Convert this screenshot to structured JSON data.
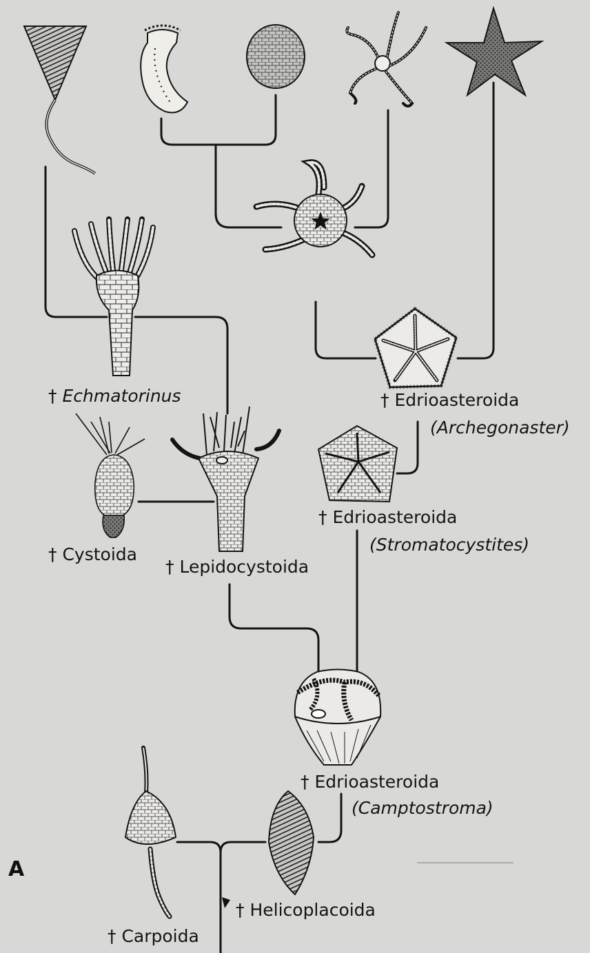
{
  "panel_letter": "A",
  "labels": {
    "echmatorinus": {
      "dagger": "† ",
      "name": "Echmatorinus"
    },
    "cystoida": {
      "dagger": "† ",
      "name": "Cystoida"
    },
    "lepidocystoida": {
      "dagger": "† ",
      "name": "Lepidocystoida"
    },
    "edrio_archegonaster": {
      "dagger": "† ",
      "name": "Edrioasteroida",
      "sub": "(Archegonaster)"
    },
    "edrio_stromatocystites": {
      "dagger": "† ",
      "name": "Edrioasteroida",
      "sub": "(Stromatocystites)"
    },
    "edrio_camptostroma": {
      "dagger": "† ",
      "name": "Edrioasteroida",
      "sub": "(Camptostroma)"
    },
    "helicoplacoida": {
      "dagger": "† ",
      "name": "Helicoplacoida"
    },
    "carpoida": {
      "dagger": "† ",
      "name": "Carpoida"
    }
  },
  "colors": {
    "background": "#d8d8d6",
    "ink": "#141414",
    "fill_light": "#e9e8e4"
  }
}
